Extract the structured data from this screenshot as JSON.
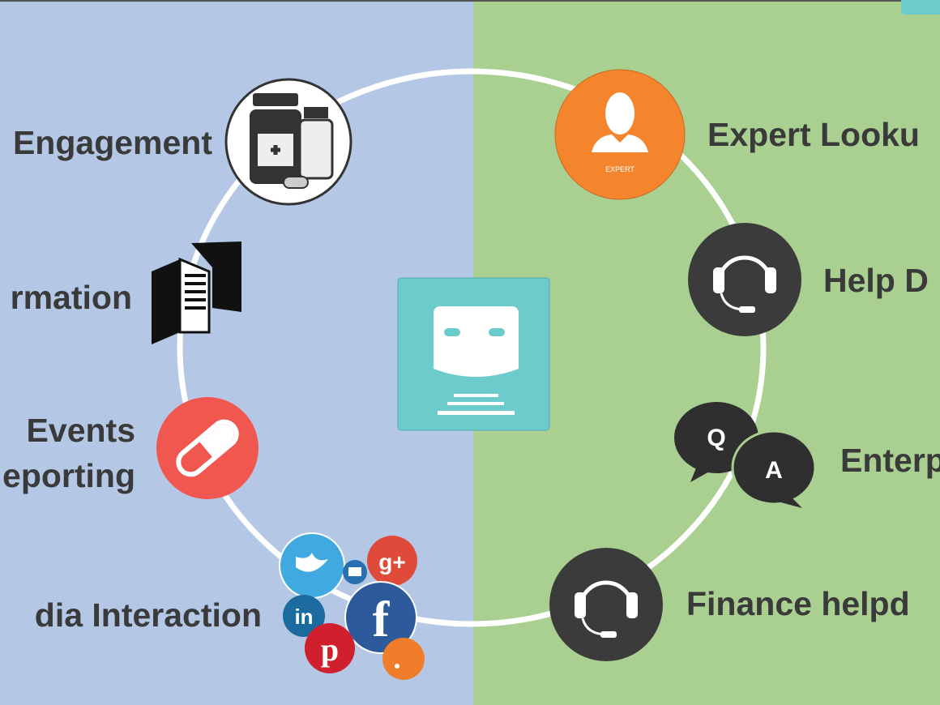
{
  "colors": {
    "left_bg": "#b4c8e6",
    "right_bg": "#a9cf91",
    "center": "#6ccbcb",
    "expert": "#f5852c",
    "events": "#f0584f",
    "dark": "#3b3b3b",
    "text": "#3a3a3a"
  },
  "left_items": [
    {
      "label": "Engagement",
      "icon": "medicine-bottles-icon"
    },
    {
      "label": "rmation",
      "icon": "folded-document-icon"
    },
    {
      "label_line1": "Events",
      "label_line2": "eporting",
      "icon": "pill-capsule-icon"
    },
    {
      "label": "dia Interaction",
      "icon": "social-media-icons"
    }
  ],
  "right_items": [
    {
      "label": "Expert Looku",
      "icon": "expert-person-icon",
      "icon_caption": "EXPERT"
    },
    {
      "label": "Help D",
      "icon": "headset-icon"
    },
    {
      "label": "Enterp",
      "icon": "qa-bubbles-icon",
      "q": "Q",
      "a": "A"
    },
    {
      "label": "Finance helpd",
      "icon": "headset-icon"
    }
  ],
  "center": {
    "icon": "chatbot-icon"
  },
  "social": {
    "in": "in",
    "f": "f",
    "g": "g+",
    "p": "p"
  }
}
